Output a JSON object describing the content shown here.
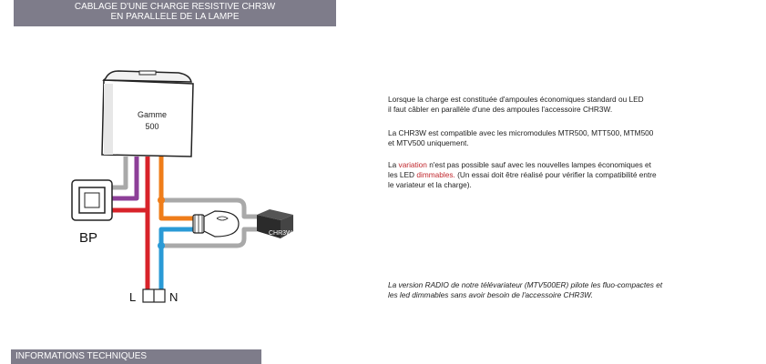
{
  "banner": {
    "line1": "CABLAGE D'UNE CHARGE RESISTIVE CHR3W",
    "line2": "EN PARALLELE DE LA LAMPE"
  },
  "diagram": {
    "module_line1": "Gamme",
    "module_line2": "500",
    "bp_label": "BP",
    "l_label": "L",
    "n_label": "N",
    "chr3w_label": "CHR3W",
    "colors": {
      "red": "#d8232a",
      "purple": "#8d3f98",
      "gray": "#a9a9a9",
      "orange": "#ef7d1a",
      "blue": "#2a9ad6"
    }
  },
  "paragraphs": {
    "p1_line1": "Lorsque la charge est constituée d'ampoules économiques standard ou LED",
    "p1_line2": "il faut câbler en parallèle d'une des ampoules l'accessoire CHR3W.",
    "p2_line1": "La CHR3W est compatible avec les micromodules MTR500, MTT500, MTM500",
    "p2_line2": "et MTV500  uniquement.",
    "p3_pre": "La ",
    "p3_hl1": "variation",
    "p3_mid1": " n'est pas possible sauf avec les nouvelles lampes économiques et",
    "p3_line2_pre": "les LED ",
    "p3_hl2": "dimmables.",
    "p3_line2_post": "  (Un essai doit être réalisé pour vérifier la compatibilité entre",
    "p3_line3": "le variateur et la charge).",
    "p4_line1": "La version RADIO de notre télévariateur (MTV500ER) pilote les fluo-compactes et",
    "p4_line2": "les led dimmables sans avoir besoin de l'accessoire CHR3W."
  },
  "footer": {
    "title": "INFORMATIONS TECHNIQUES"
  }
}
